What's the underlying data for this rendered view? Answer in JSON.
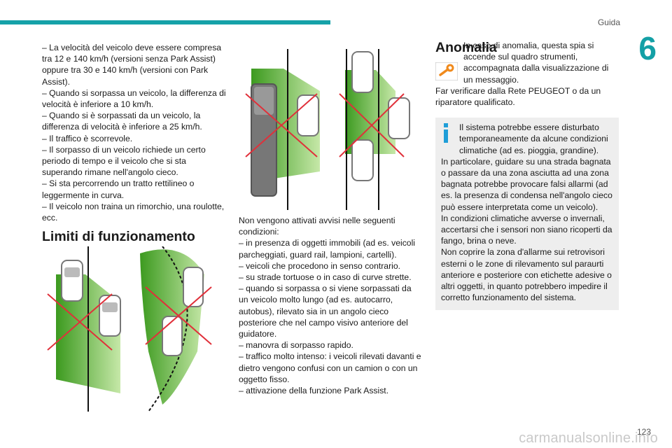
{
  "header": {
    "section": "Guida",
    "chapter": "6"
  },
  "col1": {
    "paragraphs": [
      "– La velocità del veicolo deve essere compresa tra 12 e 140 km/h (versioni senza Park Assist) oppure tra 30 e 140 km/h (versioni con Park Assist).",
      "– Quando si sorpassa un veicolo, la differenza di velocità è inferiore a 10 km/h.",
      "– Quando si è sorpassati da un veicolo, la differenza di velocità è inferiore a 25 km/h.",
      "– Il traffico è scorrevole.",
      "– Il sorpasso di un veicolo richiede un certo periodo di tempo e il veicolo che si sta superando rimane nell'angolo cieco.",
      "– Si sta percorrendo un tratto rettilineo o leggermente in curva.",
      "– Il veicolo non traina un rimorchio, una roulotte, ecc."
    ],
    "heading": "Limiti di funzionamento"
  },
  "col2": {
    "paragraphs": [
      "Non vengono attivati avvisi nelle seguenti condizioni:",
      "– in presenza di oggetti immobili (ad es. veicoli parcheggiati, guard rail, lampioni, cartelli).",
      "– veicoli che procedono in senso contrario.",
      "– su strade tortuose o in caso di curve strette.",
      "– quando si sorpassa o si viene sorpassati da un veicolo molto lungo (ad es. autocarro, autobus), rilevato sia in un angolo cieco posteriore che nel campo visivo anteriore del guidatore.",
      "– manovra di sorpasso rapido.",
      "– traffico molto intenso: i veicoli rilevati davanti e dietro vengono confusi con un camion o con un oggetto fisso.",
      "– attivazione della funzione Park Assist."
    ]
  },
  "col3": {
    "heading": "Anomalia",
    "warning_icon": "orange-wrench-warning-icon",
    "paragraphs": [
      "In caso di anomalia, questa spia si accende sul quadro strumenti, accompagnata dalla visualizzazione di un messaggio.",
      "Far verificare dalla Rete PEUGEOT o da un riparatore qualificato."
    ],
    "info_icon": "blue-info-icon",
    "info_paragraphs": [
      "Il sistema potrebbe essere disturbato temporaneamente da alcune condizioni climatiche (ad es. pioggia, grandine).",
      "In particolare, guidare su una strada bagnata o passare da una zona asciutta ad una zona bagnata potrebbe provocare falsi allarmi (ad es. la presenza di condensa nell'angolo cieco può essere interpretata come un veicolo).",
      "In condizioni climatiche avverse o invernali, accertarsi che i sensori non siano ricoperti da fango, brina o neve.",
      "Non coprire la zona d'allarme sui retrovisori esterni o le zone di rilevamento sul paraurti anteriore e posteriore con etichette adesive o altri oggetti, in quanto potrebbero impedire il corretto funzionamento del sistema."
    ]
  },
  "footer": {
    "page": "123",
    "watermark": "carmanualsonline.info"
  },
  "colors": {
    "accent": "#16a2a8",
    "detection_green": "#58b52d",
    "cross_red": "#e0303a",
    "warning_orange": "#f08a1c",
    "info_blue": "#1f9ed8"
  }
}
